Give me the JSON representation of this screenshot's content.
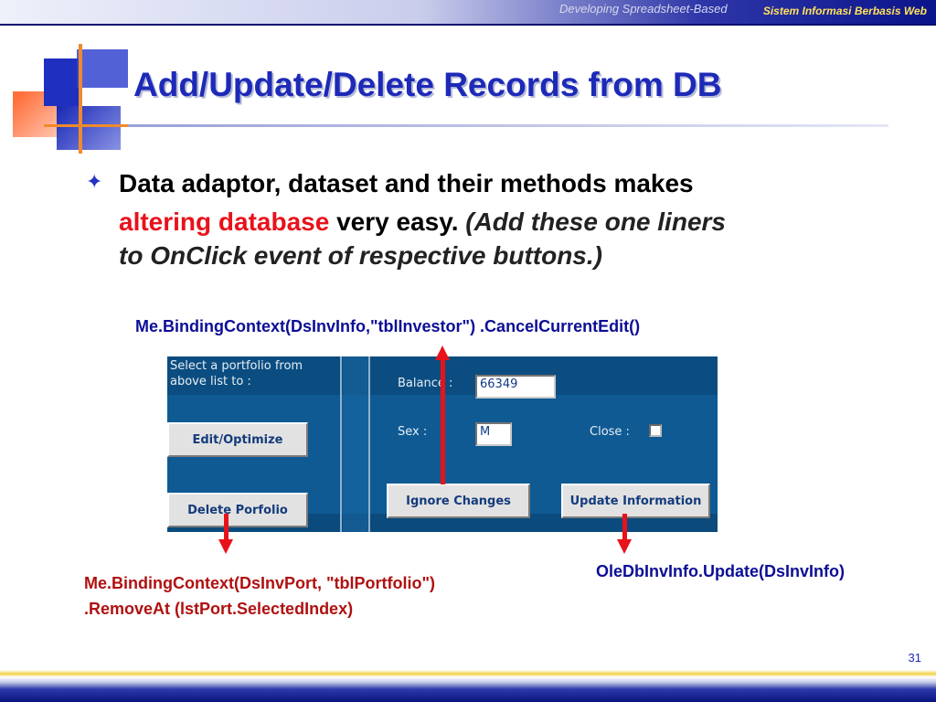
{
  "header": {
    "faint_text": "Developing Spreadsheet-Based",
    "course_title": "Sistem  Informasi Berbasis Web"
  },
  "slide": {
    "title": "Add/Update/Delete Records from DB",
    "bullet": {
      "text_part1": "Data adaptor, dataset and their methods makes",
      "text_red": "altering database",
      "text_part2": " very easy.",
      "text_italic_1": "(Add these one liners",
      "text_italic_2": "to OnClick event of respective buttons.)"
    },
    "code_cancel": "Me.BindingContext(DsInvInfo,\"tblInvestor\") .CancelCurrentEdit()",
    "code_remove_line1": "Me.BindingContext(DsInvPort, \"tblPortfolio\")",
    "code_remove_line2": ".RemoveAt (lstPort.SelectedIndex)",
    "code_update": "OleDbInvInfo.Update(DsInvInfo)",
    "page_number": "31"
  },
  "app": {
    "portfolio_hint": "Select a portfolio from above list to :",
    "balance_label": "Balance :",
    "balance_value": "66349",
    "sex_label": "Sex :",
    "sex_value": "M",
    "close_label": "Close  :",
    "close_checked": false,
    "buttons": {
      "edit": "Edit/Optimize",
      "delete": "Delete Porfolio",
      "ignore": "Ignore Changes",
      "update": "Update Information"
    }
  },
  "colors": {
    "title_blue": "#1d2ab8",
    "code_blue": "#0c0e96",
    "code_red": "#b01010",
    "highlight_red": "#e8121b",
    "app_background": "#0b4d80"
  }
}
